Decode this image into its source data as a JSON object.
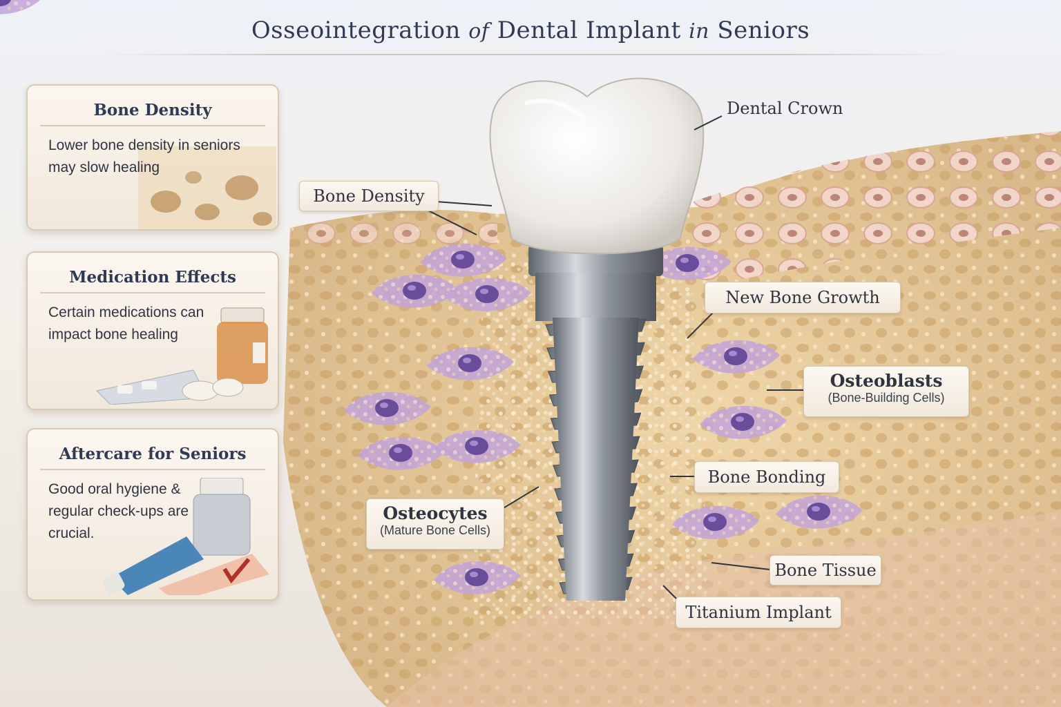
{
  "title": {
    "part1": "Osseointegration",
    "part2": "of",
    "part3": "Dental Implant",
    "part4": "in",
    "part5": "Seniors"
  },
  "side_cards": [
    {
      "heading": "Bone Density",
      "text": "Lower bone density in seniors may slow healing"
    },
    {
      "heading": "Medication Effects",
      "text": "Certain medications can impact bone healing"
    },
    {
      "heading": "Aftercare for Seniors",
      "text": "Good oral hygiene & regular check-ups are crucial."
    }
  ],
  "labels": {
    "dental_crown": "Dental Crown",
    "bone_density": "Bone Density",
    "new_bone_growth": "New Bone Growth",
    "osteoblasts": "Osteoblasts",
    "osteoblasts_sub": "(Bone-Building Cells)",
    "bone_bonding": "Bone Bonding",
    "osteocytes": "Osteocytes",
    "osteocytes_sub": "(Mature Bone Cells)",
    "bone_tissue": "Bone Tissue",
    "titanium_implant": "Titanium Implant"
  },
  "colors": {
    "title": "#2f3a55",
    "bone": "#e9cf9f",
    "cell": "#b394cf",
    "nucleus": "#6a4d9a",
    "crown": "#f4f2ef",
    "titanium": "#9aa0a8"
  }
}
